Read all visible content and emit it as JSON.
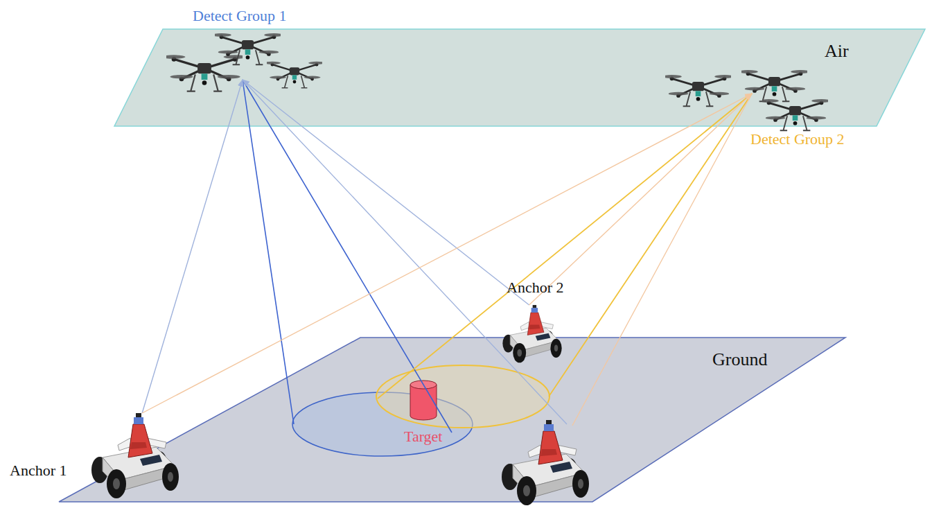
{
  "diagram": {
    "nodes": [
      {
        "text": [
          "Air"
        ]
      },
      {
        "text": [
          "Detect Group 1"
        ],
        "in": 0
      },
      {
        "text": [
          "Detect Group 2"
        ],
        "in": 0
      },
      {
        "text": [
          "Anchor 2"
        ]
      },
      {
        "text": [
          "Ground"
        ]
      },
      {
        "text": [
          "Target"
        ],
        "in": 4
      },
      {
        "text": [
          "Anchor 1"
        ],
        "in": 4
      }
    ],
    "edges": [
      {
        "from": 6,
        "to": 1,
        "arrow": "to"
      },
      {
        "from": 3,
        "to": 1,
        "arrow": "to"
      },
      {
        "from": 6,
        "to": 2,
        "arrow": "to"
      },
      {
        "from": 3,
        "to": 2,
        "arrow": "to"
      }
    ]
  }
}
